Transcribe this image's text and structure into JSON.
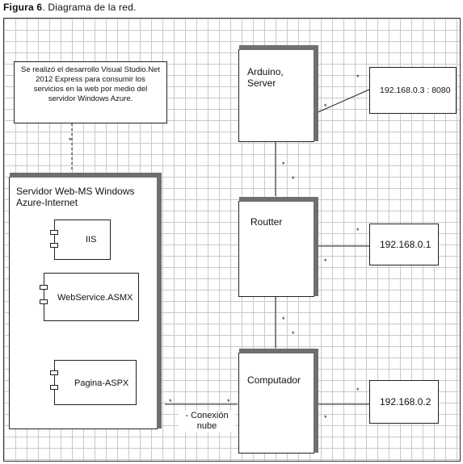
{
  "figure": {
    "label": "Figura 6",
    "title": ". Diagrama de la red."
  },
  "note": {
    "text": "Se realizó el desarrollo Visual Studio.Net 2012 Express para consumir los servicios en la web por medio del servidor Windows Azure."
  },
  "nodes": {
    "server": {
      "label": "Servidor Web-MS Windows\nAzure-Internet"
    },
    "arduino": {
      "label": "Arduino,\nServer"
    },
    "router": {
      "label": "Routter"
    },
    "computer": {
      "label": "Computador"
    }
  },
  "components": {
    "iis": "IIS",
    "webservice": "WebService.ASMX",
    "pagina": "Pagina-ASPX"
  },
  "ips": {
    "arduino": "192.168.0.3 : 8080",
    "router": "192.168.0.1",
    "computer": "192.168.0.2"
  },
  "connection": {
    "label": "- Conexión\nnube"
  },
  "multiplicity": "*"
}
